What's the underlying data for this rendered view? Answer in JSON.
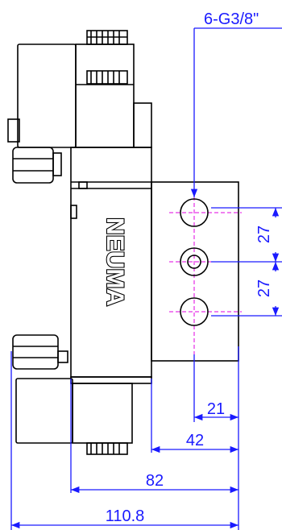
{
  "drawing": {
    "brand_logo": "NEUMA",
    "port_callout": "6-G3/8\"",
    "dimensions": {
      "port_pitch_upper": "27",
      "port_pitch_lower": "27",
      "port_offset": "21",
      "body_depth": "42",
      "valve_width": "82",
      "overall_width": "110.8"
    }
  },
  "colors": {
    "dimension_lines": "#1a1aff",
    "centerlines": "#e000e0",
    "outline": "#000000"
  }
}
